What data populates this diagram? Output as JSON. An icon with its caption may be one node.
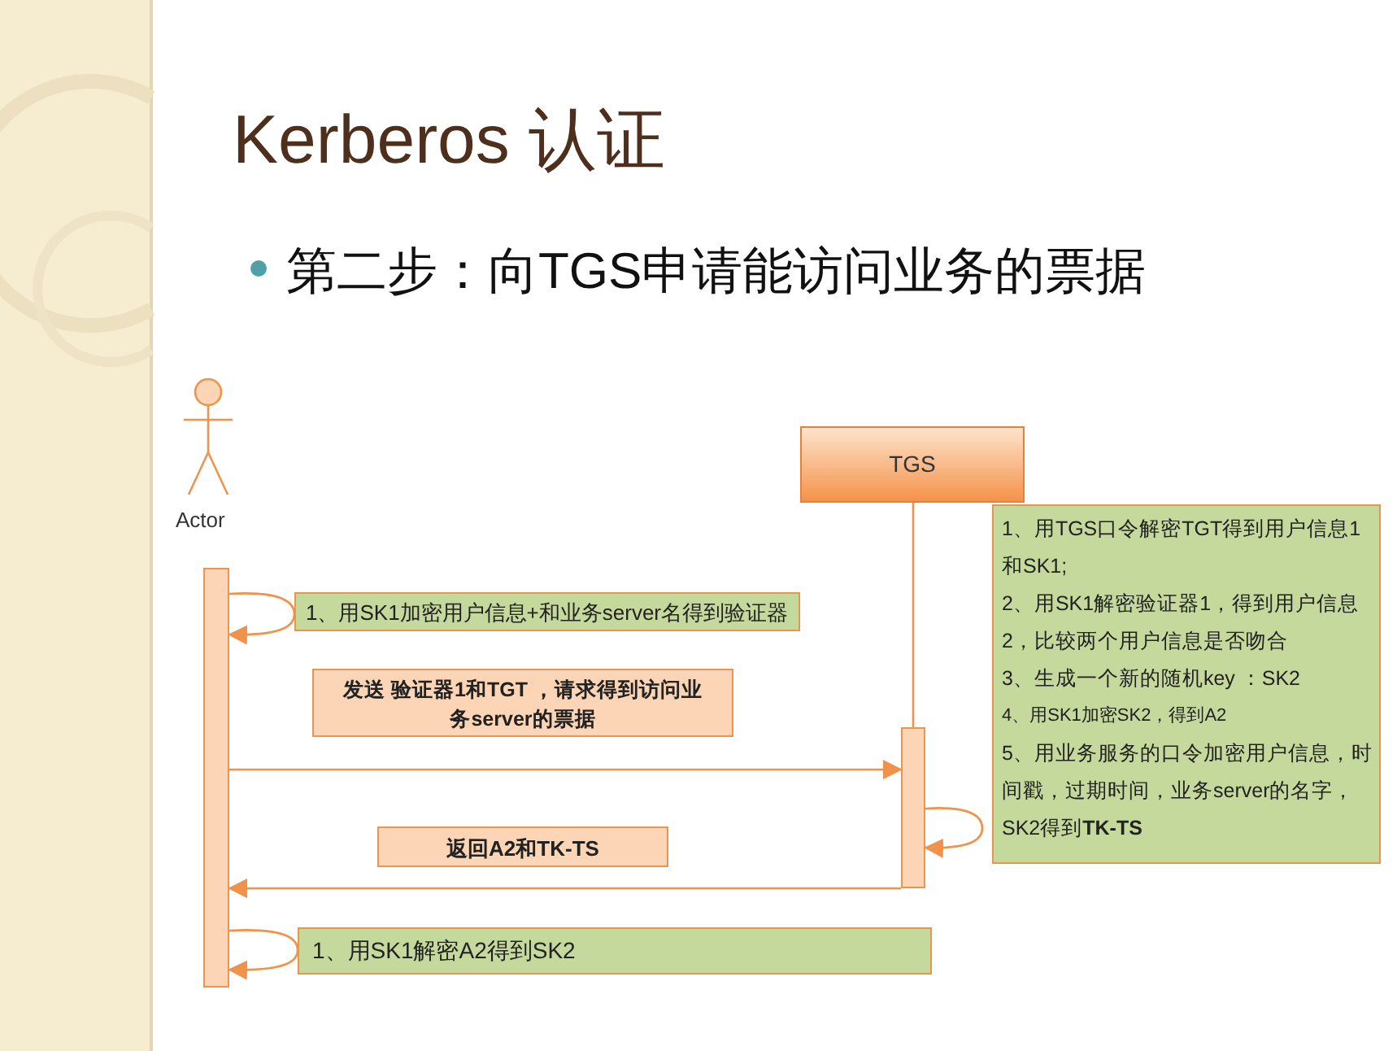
{
  "diagram": {
    "title": "Kerberos 认证",
    "nodes": [
      {
        "text": [
          "Actor"
        ]
      },
      {
        "text": [
          "TGS"
        ]
      },
      {
        "text": [],
        "shape": "bar"
      },
      {
        "text": [],
        "shape": "bar"
      },
      {
        "text": [
          "1、用SK1加密用户信息+和业务server名得到验证器"
        ]
      },
      {
        "text": [
          "发送 验证器1和TGT ，请求得到访问业务server的票据"
        ]
      },
      {
        "text": [
          "1、用TGS口令解密TGT得到用户信息1和SK1;",
          "2、用SK1解密验证器1，得到用户信息",
          "2，比较两个用户信息是否吻合",
          "3、生成一个新的随机key ：SK2",
          "4、用SK1加密SK2，得到A2",
          "5、用业务服务的口令加密用户信息，时间戳，过期时间，业务server的名字，SK2得到**TK-TS**"
        ]
      },
      {
        "text": [
          "返回A2和TK-TS"
        ]
      },
      {
        "text": [
          "1、用SK1解密A2得到SK2"
        ]
      }
    ],
    "edges": [
      {
        "from": 1,
        "to": 3,
        "arrow": "none"
      },
      {
        "from": 2,
        "to": 2,
        "arrow": "to"
      },
      {
        "from": 2,
        "to": 3,
        "arrow": "to"
      },
      {
        "from": 3,
        "to": 3,
        "arrow": "to"
      },
      {
        "from": 3,
        "to": 2,
        "arrow": "to"
      },
      {
        "from": 2,
        "to": 2,
        "arrow": "to"
      }
    ],
    "labels": [
      "第二步：向TGS申请能访问业务的票据"
    ]
  }
}
